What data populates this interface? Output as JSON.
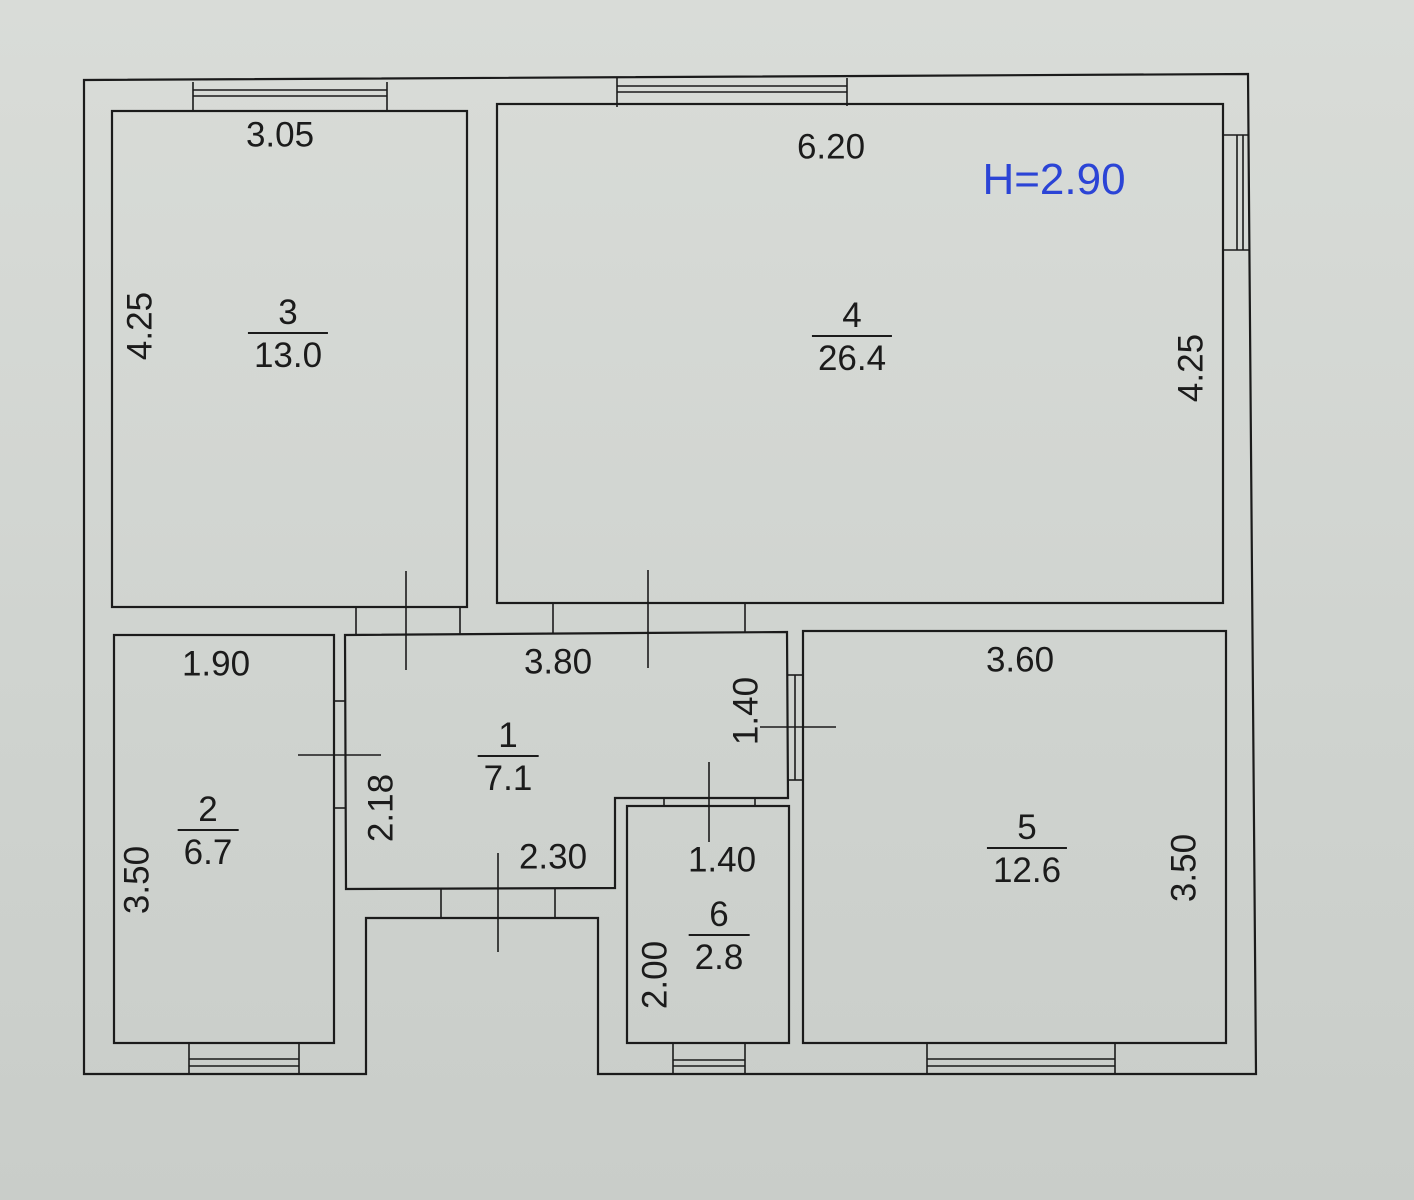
{
  "plan": {
    "ceiling_height": "H=2.90",
    "colors": {
      "wall_line": "#1b1b1b",
      "height_label": "#2b44d6",
      "paper": "#d4d7d3"
    },
    "rooms": [
      {
        "id": "1",
        "number": "1",
        "area": "7.1",
        "dims": {
          "width": "3.80",
          "height": "2.18",
          "lower_width": "2.30",
          "side": "1.40"
        }
      },
      {
        "id": "2",
        "number": "2",
        "area": "6.7",
        "dims": {
          "width": "1.90",
          "height": "3.50"
        }
      },
      {
        "id": "3",
        "number": "3",
        "area": "13.0",
        "dims": {
          "width": "3.05",
          "height": "4.25"
        }
      },
      {
        "id": "4",
        "number": "4",
        "area": "26.4",
        "dims": {
          "width": "6.20",
          "height": "4.25"
        }
      },
      {
        "id": "5",
        "number": "5",
        "area": "12.6",
        "dims": {
          "width": "3.60",
          "height": "3.50"
        }
      },
      {
        "id": "6",
        "number": "6",
        "area": "2.8",
        "dims": {
          "width": "1.40",
          "height": "2.00"
        }
      }
    ]
  }
}
